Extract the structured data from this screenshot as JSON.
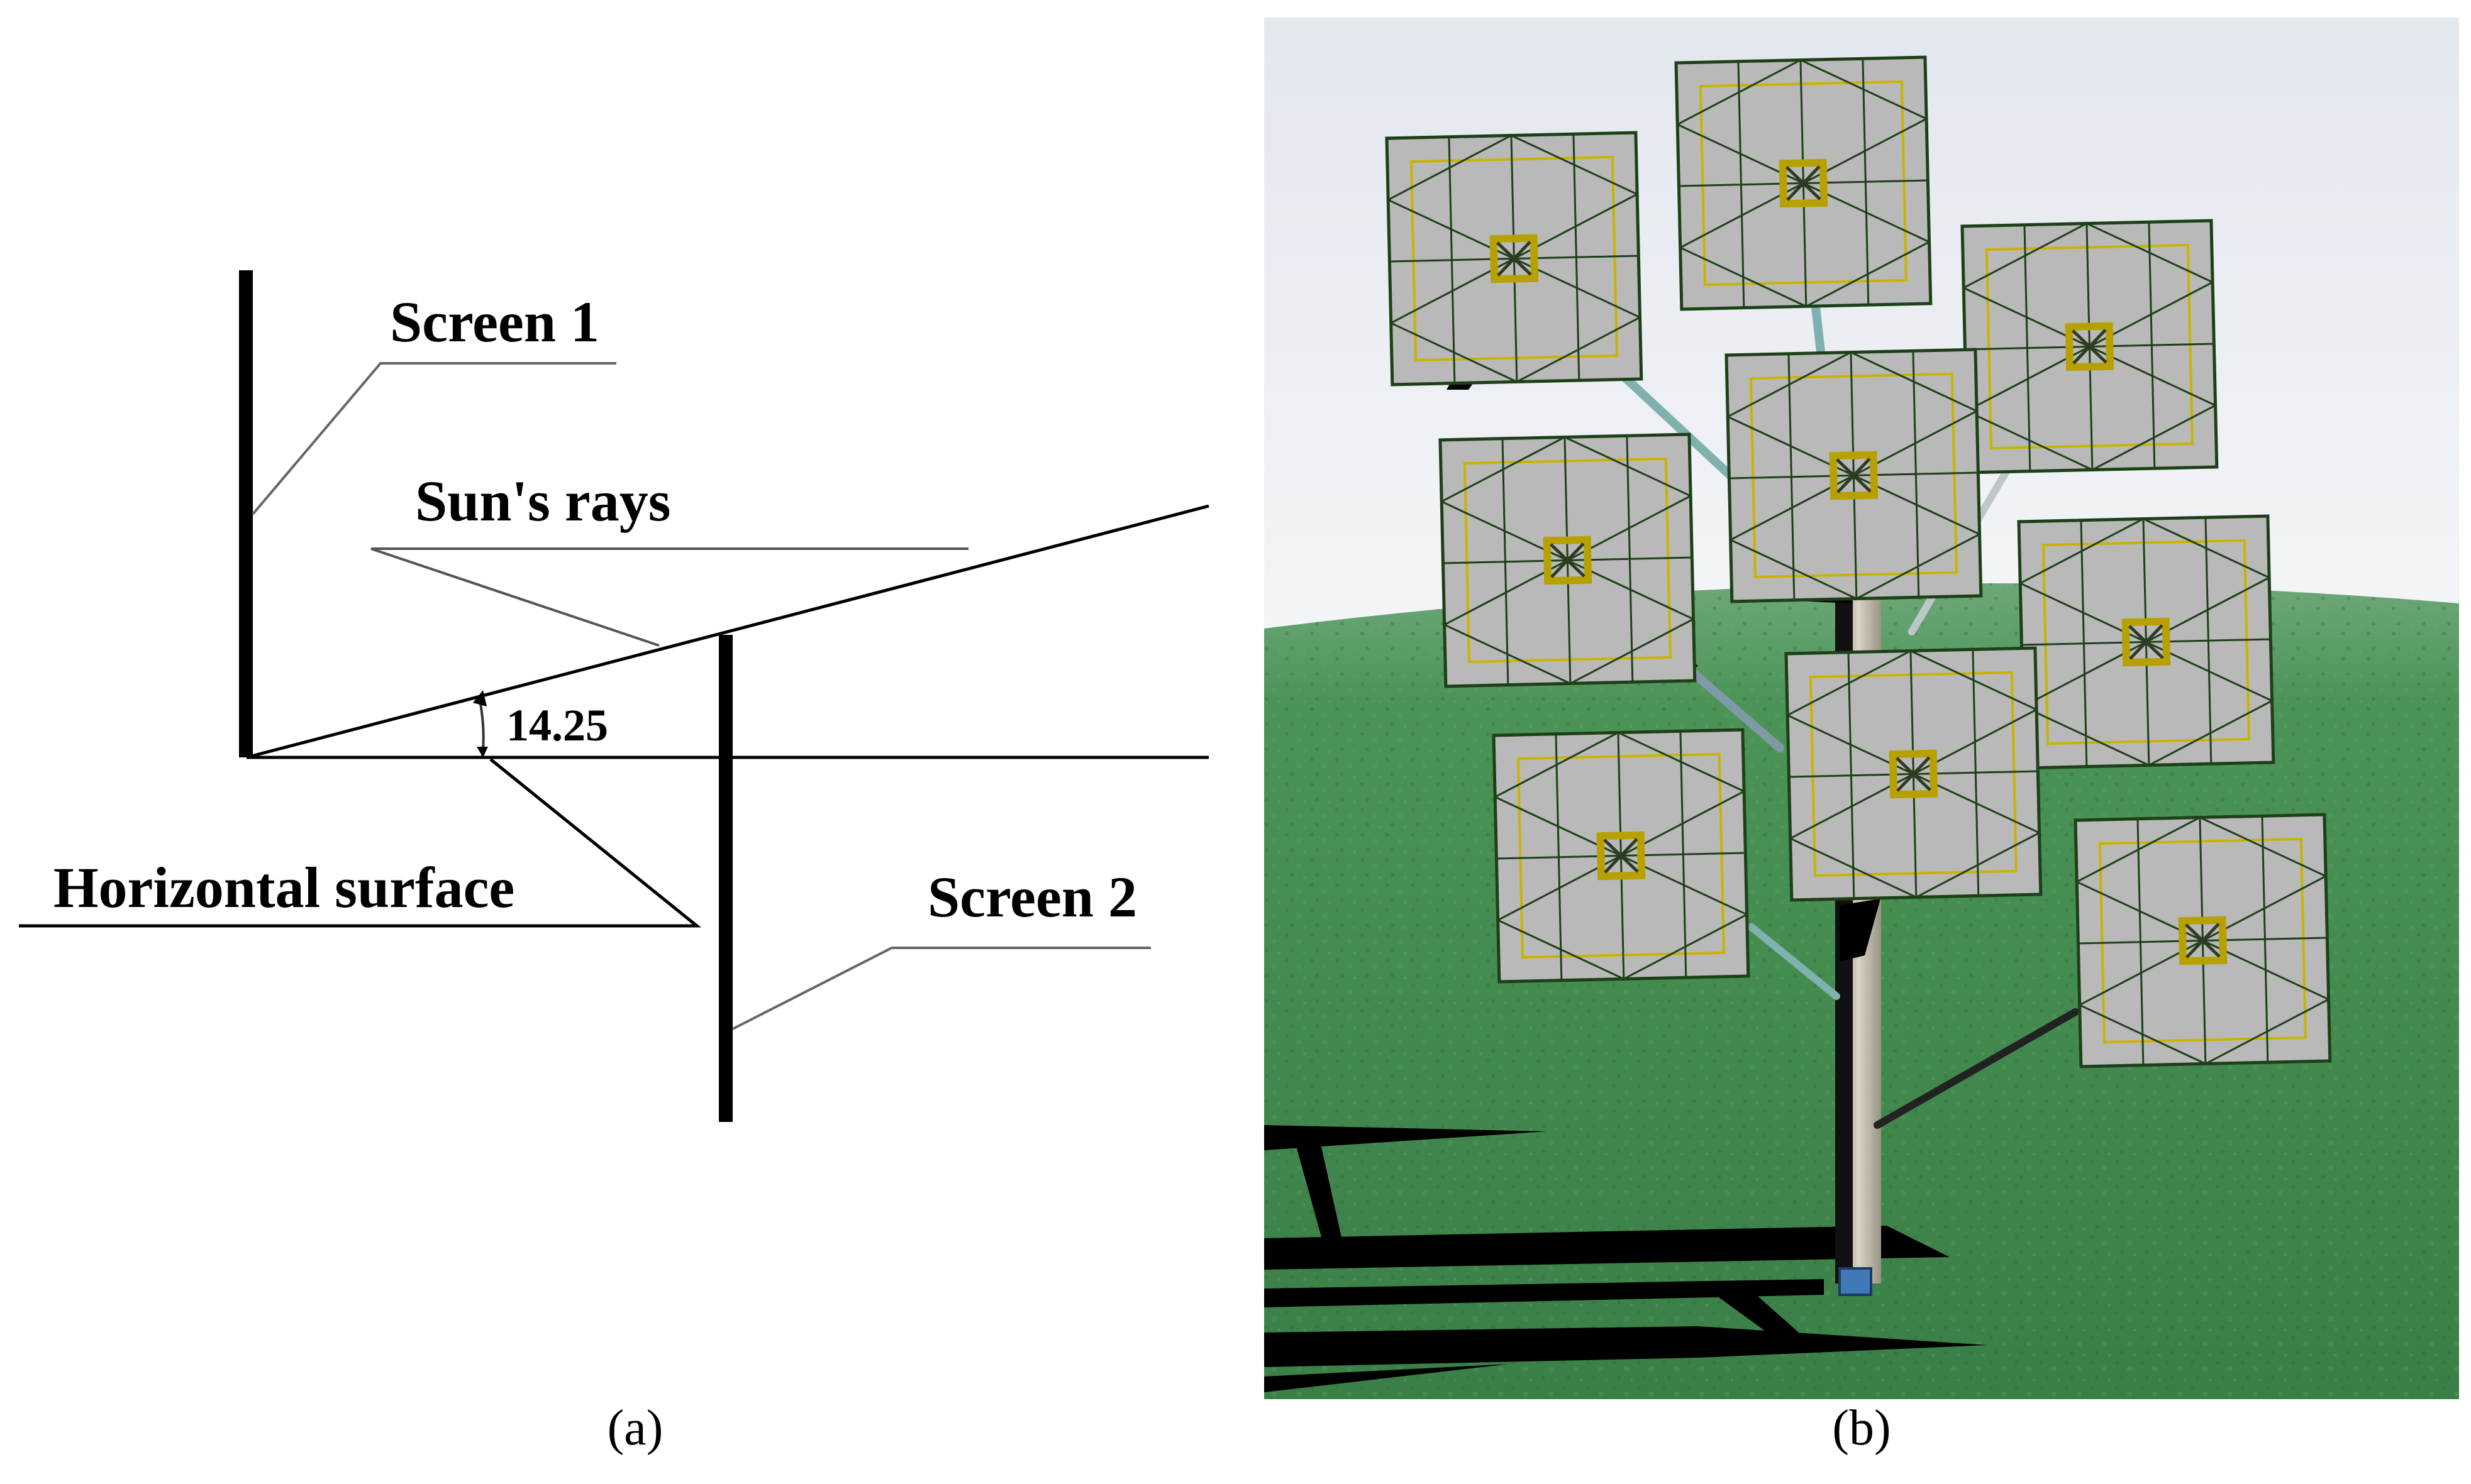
{
  "panel_a": {
    "labels": {
      "screen1": "Screen 1",
      "sun_rays": "Sun's rays",
      "angle": "14.25",
      "horizontal_surface": "Horizontal surface",
      "screen2": "Screen 2"
    },
    "caption": "(a)"
  },
  "panel_b": {
    "caption": "(b)",
    "colors": {
      "sky_top": "#e3e7ee",
      "sky_bottom": "#f3f5f8",
      "grass": "#3f8a4c",
      "panel_fill": "#b9b9b9",
      "mesh_line": "#1e4018",
      "inner_frame": "#c8b400",
      "mount_square": "#b6a100",
      "trunk": "#bfb9a8",
      "trunk_shadow": "#111111"
    }
  }
}
